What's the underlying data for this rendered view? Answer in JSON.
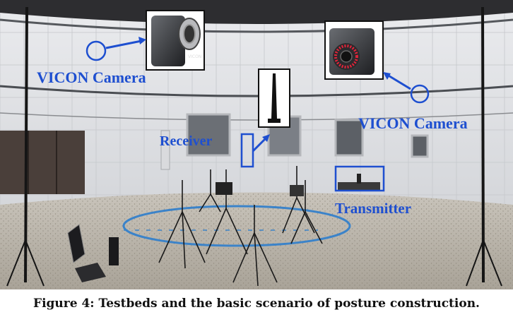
{
  "figure": {
    "labels": {
      "vicon_camera_left": "VICON Camera",
      "vicon_camera_right": "VICON Camera",
      "receiver": "Receiver",
      "transmitter": "Transmitter"
    },
    "camera_logo": "VICON",
    "accent_color": "#1e4fd0"
  },
  "caption": "Figure 4: Testbeds and the basic scenario of posture construction."
}
